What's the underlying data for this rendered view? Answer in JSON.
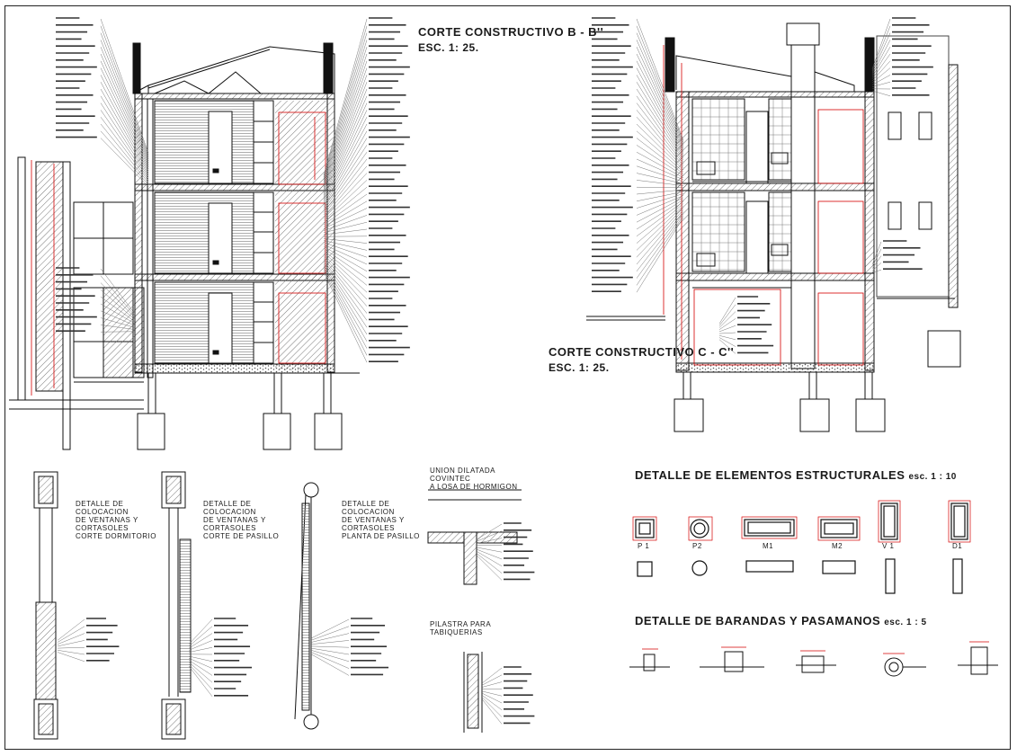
{
  "sheet": {
    "section_bb": {
      "title": "CORTE CONSTRUCTIVO B - B''",
      "scale": "ESC. 1: 25."
    },
    "section_cc": {
      "title": "CORTE CONSTRUCTIVO C - C''",
      "scale": "ESC. 1: 25."
    },
    "detail_dormitorio": {
      "line1": "DETALLE DE COLOCACION",
      "line2": "DE VENTANAS Y CORTASOLES",
      "line3": "CORTE DORMITORIO"
    },
    "detail_pasillo_corte": {
      "line1": "DETALLE DE COLOCACION",
      "line2": "DE VENTANAS Y CORTASOLES",
      "line3": "CORTE DE PASILLO"
    },
    "detail_pasillo_planta": {
      "line1": "DETALLE DE COLOCACION",
      "line2": "DE VENTANAS Y CORTASOLES",
      "line3": "PLANTA DE PASILLO"
    },
    "union": {
      "line1": "UNION DILATADA COVINTEC",
      "line2": "A LOSA DE HORMIGON"
    },
    "pilastra": {
      "line1": "PILASTRA PARA",
      "line2": "TABIQUERIAS"
    },
    "structural": {
      "title": "DETALLE DE ELEMENTOS ESTRUCTURALES",
      "scale": "esc. 1 : 10",
      "elements": [
        "P 1",
        "P2",
        "M1",
        "M2",
        "V 1",
        "D1"
      ]
    },
    "railings": {
      "title": "DETALLE DE BARANDAS Y PASAMANOS",
      "scale": "esc. 1 : 5"
    }
  },
  "colors": {
    "line": "#111111",
    "dimension": "#d40000",
    "hatch": "#555555",
    "paper": "#ffffff"
  }
}
